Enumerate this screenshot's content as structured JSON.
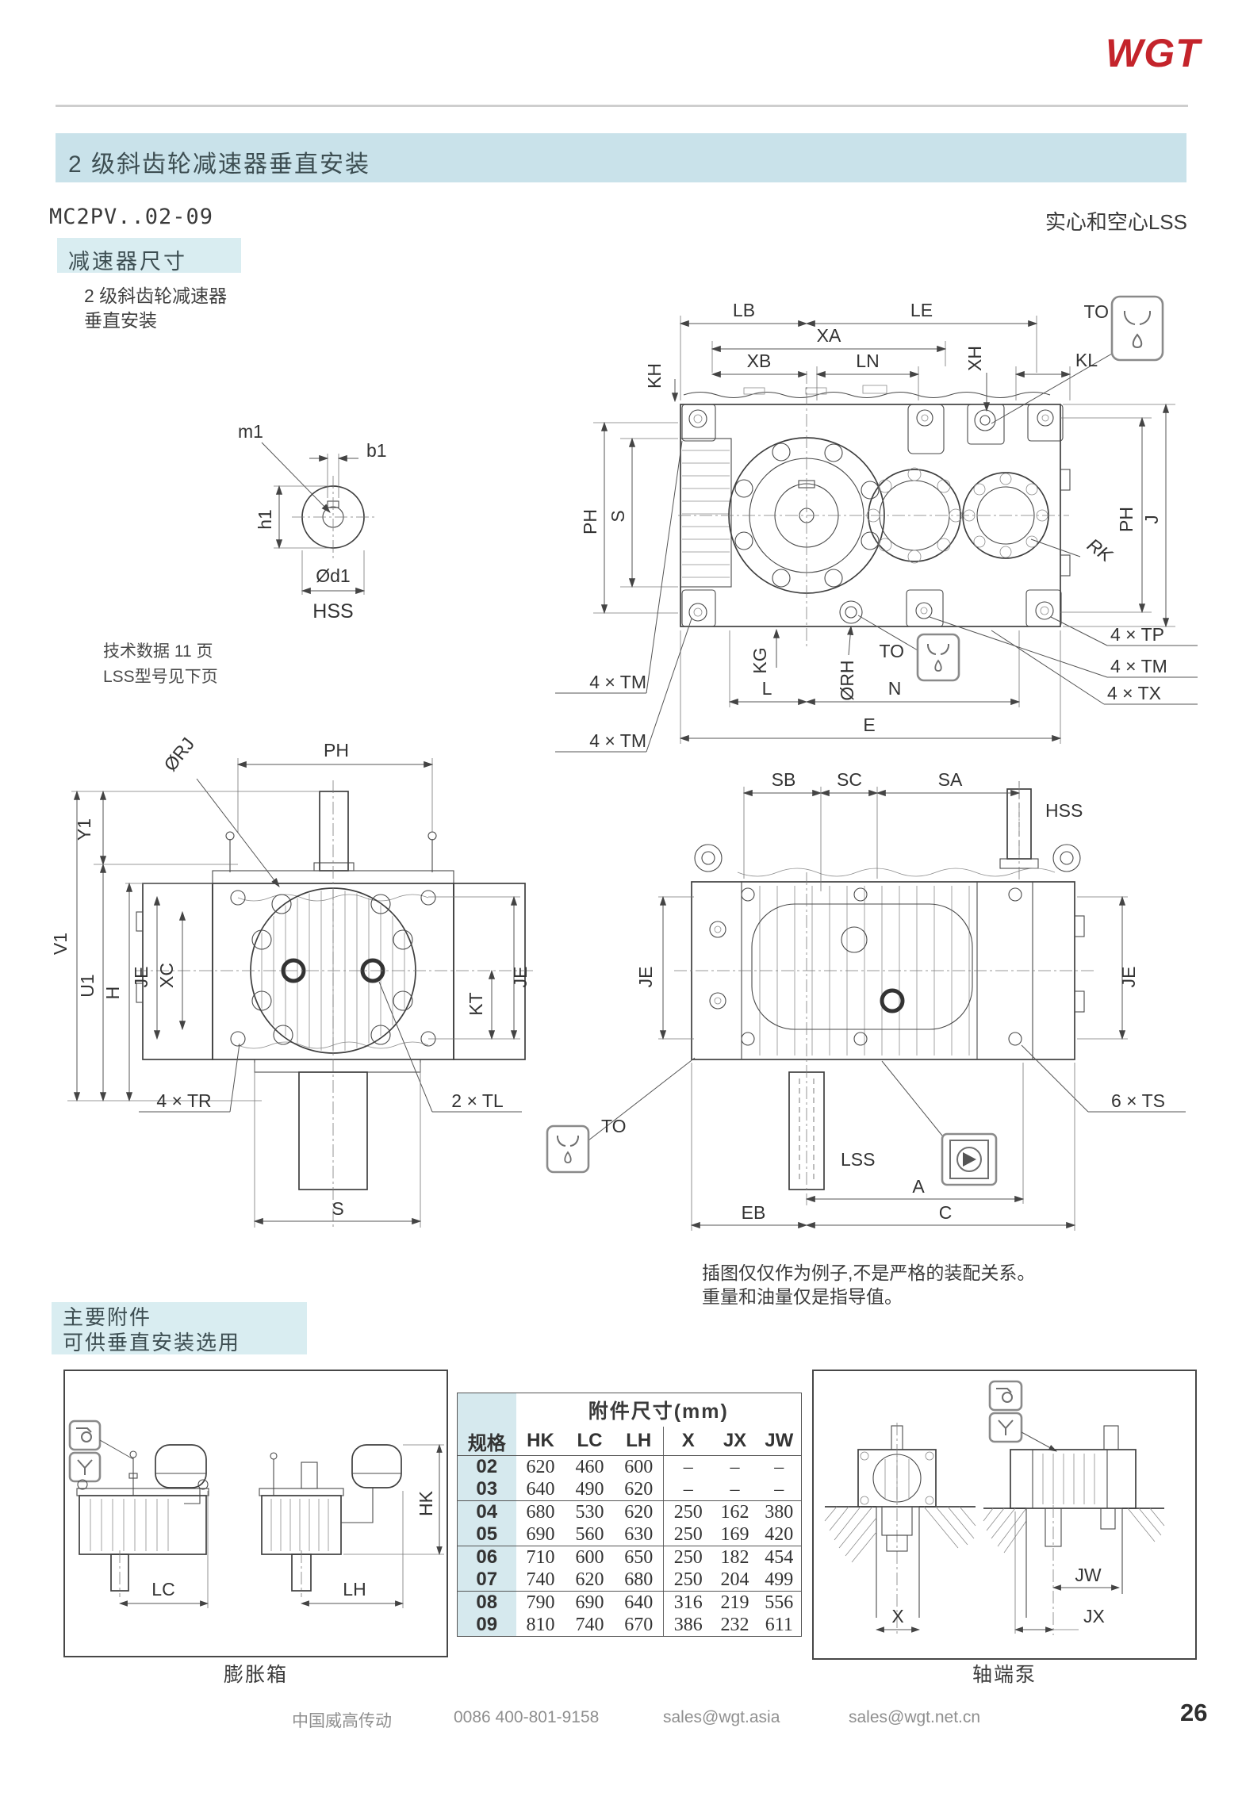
{
  "header": {
    "logo": "WGT",
    "title": "2 级斜齿轮减速器垂直安装",
    "model": "MC2PV..02-09",
    "variant": "实心和空心LSS"
  },
  "section1": {
    "title": "减速器尺寸",
    "sub1": "2 级斜齿轮减速器",
    "sub2": "垂直安装",
    "note1": "技术数据 11 页",
    "note2": "LSS型号见下页",
    "fig_note1": "插图仅仅作为例子,不是严格的装配关系。",
    "fig_note2": "重量和油量仅是指导值。"
  },
  "section2": {
    "title1": "主要附件",
    "title2": "可供垂直安装选用",
    "caption_left": "膨胀箱",
    "caption_right": "轴端泵"
  },
  "labels": {
    "lb": "LB",
    "le": "LE",
    "xa": "XA",
    "xb": "XB",
    "ln": "LN",
    "xh": "XH",
    "kl": "KL",
    "kh": "KH",
    "to": "TO",
    "ph": "PH",
    "s": "S",
    "j": "J",
    "rk": "RK",
    "tm4": "4 × TM",
    "tp4": "4 × TP",
    "tx4": "4 × TX",
    "kg": "KG",
    "orh": "ØRH",
    "l": "L",
    "n": "N",
    "e": "E",
    "orj": "ØRJ",
    "y1": "Y1",
    "v1": "V1",
    "u1": "U1",
    "h": "H",
    "je": "JE",
    "xc": "XC",
    "kt": "KT",
    "tr4": "4 × TR",
    "tl2": "2 × TL",
    "sb": "SB",
    "sc": "SC",
    "sa": "SA",
    "hss": "HSS",
    "lss": "LSS",
    "ts6": "6 × TS",
    "a": "A",
    "eb": "EB",
    "c": "C",
    "m1": "m1",
    "b1": "b1",
    "h1": "h1",
    "od1": "Ød1",
    "lc": "LC",
    "lh": "LH",
    "hk": "HK",
    "x": "X",
    "jw": "JW",
    "jx": "JX"
  },
  "table": {
    "title": "附件尺寸(mm)",
    "headers": [
      "规格",
      "HK",
      "LC",
      "LH",
      "X",
      "JX",
      "JW"
    ],
    "rows": [
      [
        "02",
        "620",
        "460",
        "600",
        "–",
        "–",
        "–"
      ],
      [
        "03",
        "640",
        "490",
        "620",
        "–",
        "–",
        "–"
      ],
      [
        "04",
        "680",
        "530",
        "620",
        "250",
        "162",
        "380"
      ],
      [
        "05",
        "690",
        "560",
        "630",
        "250",
        "169",
        "420"
      ],
      [
        "06",
        "710",
        "600",
        "650",
        "250",
        "182",
        "454"
      ],
      [
        "07",
        "740",
        "620",
        "680",
        "250",
        "204",
        "499"
      ],
      [
        "08",
        "790",
        "690",
        "640",
        "316",
        "219",
        "556"
      ],
      [
        "09",
        "810",
        "740",
        "670",
        "386",
        "232",
        "611"
      ]
    ]
  },
  "footer": {
    "company": "中国威高传动",
    "phone": "0086 400-801-9158",
    "email1": "sales@wgt.asia",
    "email2": "sales@wgt.net.cn",
    "page": "26"
  },
  "colors": {
    "accent_red": "#c4242b",
    "band_blue": "#c9e2ea",
    "band_blue_light": "#d9edf1",
    "table_blue": "#d6e9ee"
  }
}
